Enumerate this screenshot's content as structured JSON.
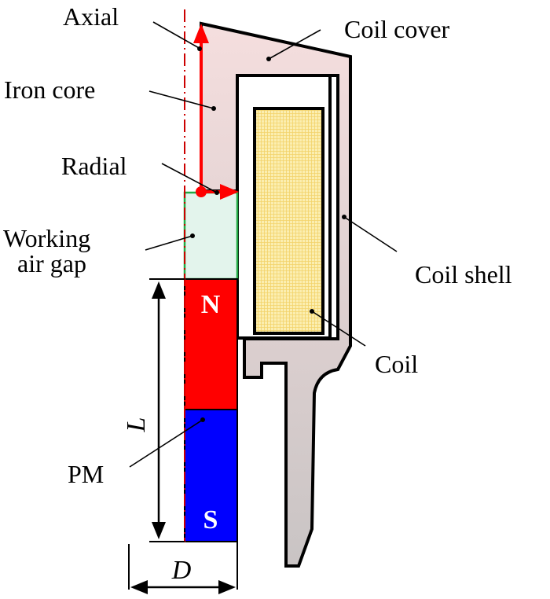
{
  "figure": {
    "type": "cross-section schematic",
    "subject": "Electromagnetic actuator with permanent magnet"
  },
  "labels": {
    "axial": "Axial",
    "iron_core": "Iron core",
    "radial": "Radial",
    "working_air_gap_line1": "Working",
    "working_air_gap_line2": "air gap",
    "pm": "PM",
    "coil_cover": "Coil cover",
    "coil_shell": "Coil shell",
    "coil": "Coil"
  },
  "poles": {
    "north": "N",
    "south": "S"
  },
  "dimensions": {
    "length": "L",
    "diameter": "D"
  },
  "colors": {
    "iron_body_top": "#f5dede",
    "iron_body_bottom": "#c9c4c4",
    "coil_fill": "#fbeeb0",
    "coil_grid": "#f3d36a",
    "air_gap_fill": "#e3f4ec",
    "air_gap_border": "#22aa44",
    "north_pole": "#ff0000",
    "south_pole": "#0000ff",
    "axis_arrow": "#ff0000",
    "centerline": "#cc0000"
  }
}
